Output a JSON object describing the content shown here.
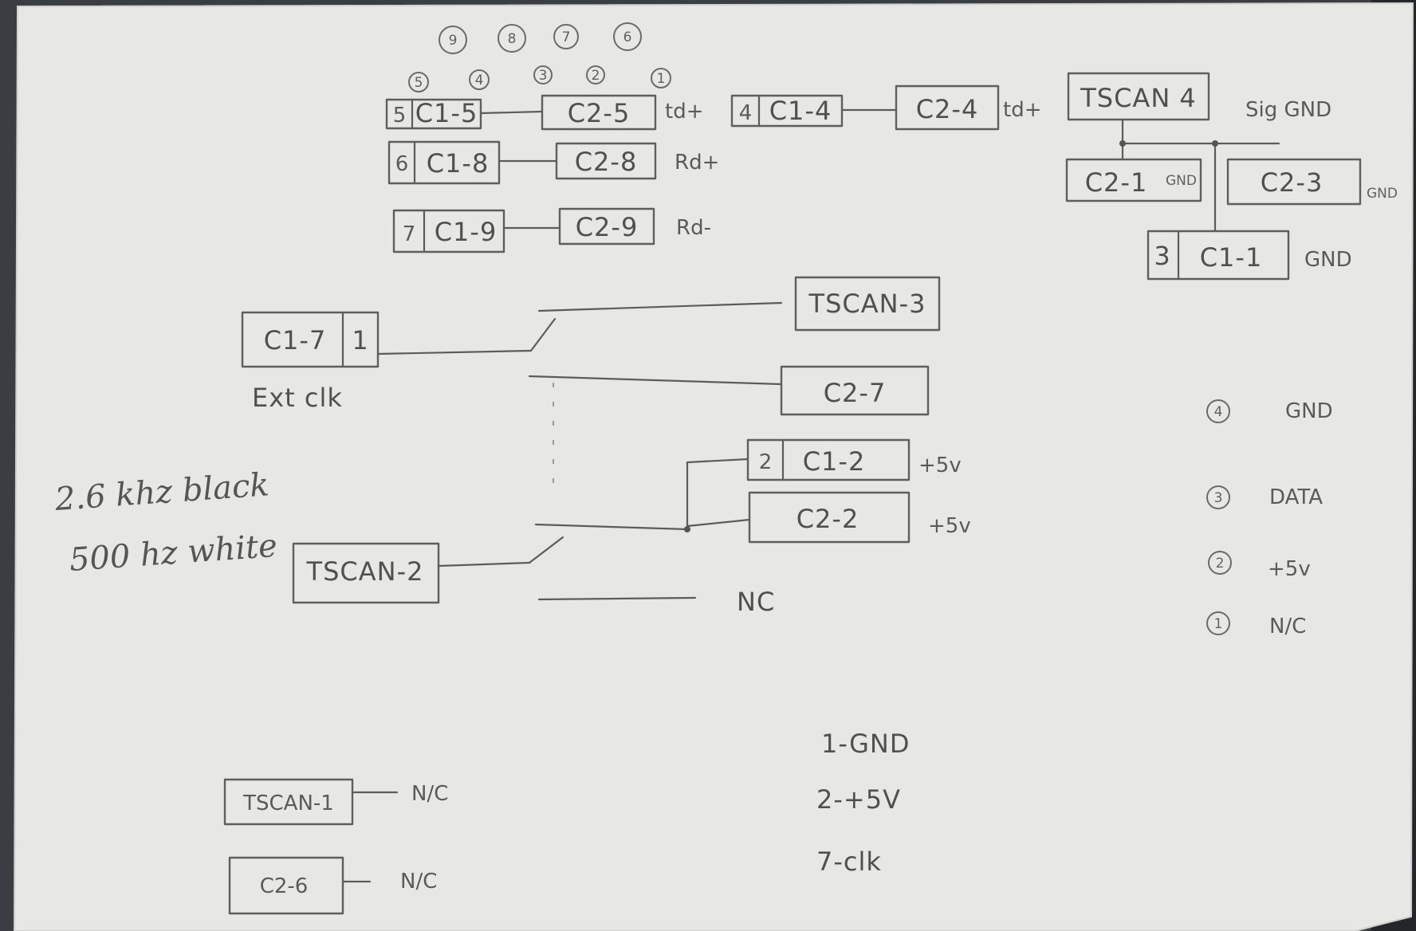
{
  "diagram": {
    "top_row_circled_numbers": [
      "9",
      "8",
      "7",
      "6"
    ],
    "mid_circled_numbers": [
      "5",
      "4",
      "3",
      "2",
      "1"
    ],
    "connectors": {
      "row5": {
        "pin": "5",
        "c1": "C1-5",
        "c2": "C2-5",
        "signal": "td+"
      },
      "row4": {
        "pin": "4",
        "c1": "C1-4",
        "c2": "C2-4",
        "signal": "td+",
        "tscan": "TSCAN 4",
        "sig_gnd": "Sig GND"
      },
      "row8": {
        "pin": "6",
        "c1": "C1-8",
        "c2": "C2-8",
        "signal": "Rd+"
      },
      "row9": {
        "pin": "7",
        "c1": "C1-9",
        "c2": "C2-9",
        "signal": "Rd-"
      },
      "gnd_c2_1": {
        "label": "C2-1",
        "suffix": "GND"
      },
      "gnd_c2_3": {
        "label": "C2-3",
        "suffix": "GND"
      },
      "gnd_c1_1": {
        "pin": "3",
        "label": "C1-1",
        "suffix": "GND"
      },
      "clock": {
        "c1": "C1-7",
        "pin": "1",
        "caption": "Ext clk",
        "tscan3": "TSCAN-3",
        "c2_7": "C2-7"
      },
      "power": {
        "pin": "2",
        "c1": "C1-2",
        "c1_signal": "+5v",
        "c2": "C2-2",
        "c2_signal": "+5v"
      },
      "tscan2": {
        "label": "TSCAN-2",
        "nc": "NC"
      },
      "tscan1": {
        "label": "TSCAN-1",
        "nc": "N/C"
      },
      "c2_6": {
        "label": "C2-6",
        "nc": "N/C"
      }
    },
    "notes": {
      "line1": "2.6 khz black",
      "line2": "500 hz white"
    },
    "legend": [
      {
        "num": "4",
        "label": "GND"
      },
      {
        "num": "3",
        "label": "DATA"
      },
      {
        "num": "2",
        "label": "+5v"
      },
      {
        "num": "1",
        "label": "N/C"
      }
    ],
    "pin_list": [
      "1-GND",
      "2-+5V",
      "7-clk"
    ]
  }
}
